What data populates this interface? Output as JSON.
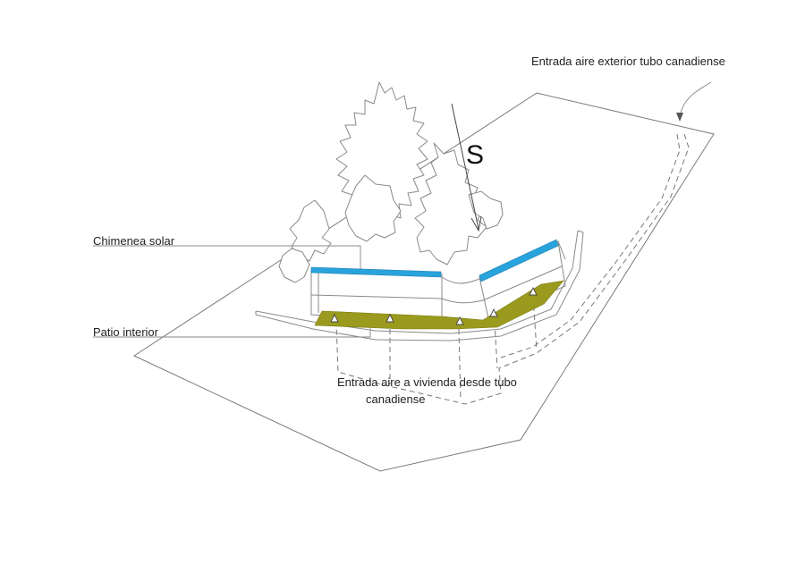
{
  "labels": {
    "outside_air": "Entrada aire exterior tubo canadiense",
    "solar_chimney": "Chimenea solar",
    "courtyard": "Patio interior",
    "house_air_line1": "Entrada aire a vivienda desde tubo",
    "house_air_line2": "canadiense",
    "south": "S"
  },
  "colors": {
    "chimney": "#29a3dc",
    "courtyard": "#9a9a1e",
    "line": "#777777"
  },
  "icons": [
    "tree-icon",
    "arrow-up-icon",
    "arrow-down-icon"
  ]
}
